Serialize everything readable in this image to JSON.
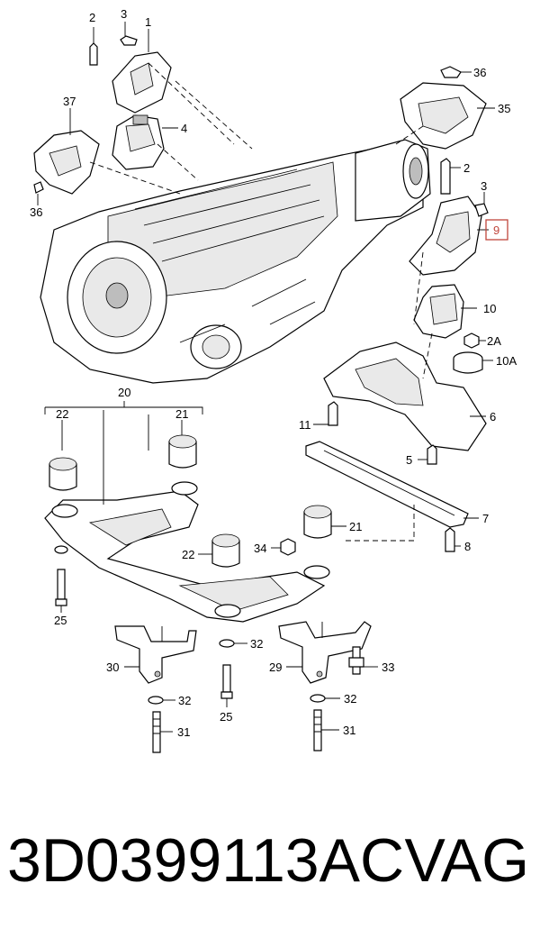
{
  "callouts": {
    "c2_top": "2",
    "c3_top": "3",
    "c1": "1",
    "c36_top": "36",
    "c35": "35",
    "c37": "37",
    "c4": "4",
    "c36_left": "36",
    "c2_right": "2",
    "c3_right": "3",
    "c9": "9",
    "c10": "10",
    "c2A": "2A",
    "c10A": "10A",
    "c20": "20",
    "c22_top": "22",
    "c21_top": "21",
    "c11": "11",
    "c6": "6",
    "c5": "5",
    "c7": "7",
    "c8": "8",
    "c21_mid": "21",
    "c22_mid": "22",
    "c34": "34",
    "c25_left": "25",
    "c32_mid": "32",
    "c30": "30",
    "c29": "29",
    "c33": "33",
    "c32_left": "32",
    "c32_right": "32",
    "c25_mid": "25",
    "c31_left": "31",
    "c31_right": "31"
  },
  "highlight_color": "#c0463c",
  "footer": {
    "part_number": "3D0399113AC",
    "brand": "VAG"
  }
}
